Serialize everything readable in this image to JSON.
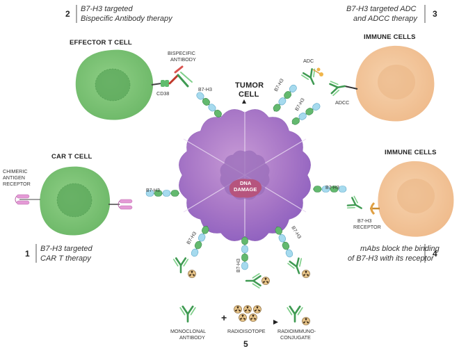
{
  "panels": {
    "p1": {
      "number": "1",
      "line1": "B7-H3 targeted",
      "line2": "CAR T therapy"
    },
    "p2": {
      "number": "2",
      "line1": "B7-H3 targeted",
      "line2": "Bispecific Antibody therapy"
    },
    "p3": {
      "number": "3",
      "line1": "B7-H3 targeted ADC",
      "line2": "and ADCC therapy"
    },
    "p4": {
      "number": "4",
      "line1": "mAbs block the binding",
      "line2": "of B7-H3 with its receptor"
    },
    "p5": {
      "number": "5"
    }
  },
  "cells": {
    "effector": "EFFECTOR T CELL",
    "car": "CAR T CELL",
    "immune_top": "IMMUNE CELLS",
    "immune_right": "IMMUNE CELLS",
    "tumor_line1": "TUMOR",
    "tumor_line2": "CELL",
    "dna_line1": "DNA",
    "dna_line2": "DAMAGE"
  },
  "labels": {
    "cd38": "CD38",
    "bispecific_line1": "BISPECIFIC",
    "bispecific_line2": "ANTIBODY",
    "adc": "ADC",
    "adcc": "ADCC",
    "chimeric_line1": "CHIMERIC",
    "chimeric_line2": "ANTIGEN",
    "chimeric_line3": "RECEPTOR",
    "b7h3": "B7-H3",
    "b7h3_receptor_line1": "B7-H3",
    "b7h3_receptor_line2": "RECEPTOR",
    "mono_line1": "MONOCLONAL",
    "mono_line2": "ANTIBODY",
    "radioisotope": "RADIOISOTOPE",
    "conj_line1": "RADIOIMMUNO-",
    "conj_line2": "CONJUGATE",
    "plus": "+"
  },
  "colors": {
    "tcell_green": "#7dc47a",
    "immune_peach": "#f0c397",
    "tumor_purple": "#b07ec7",
    "b7h3_blue": "#9fd6ec",
    "b7h3_green": "#5fb86a",
    "antibody_green": "#58b368",
    "car_pink": "#e49ad6",
    "receptor_orange": "#e0a043"
  },
  "icons": [
    "antibody-icon",
    "radioisotope-icon",
    "b7h3-chain-icon",
    "car-receptor-icon"
  ]
}
